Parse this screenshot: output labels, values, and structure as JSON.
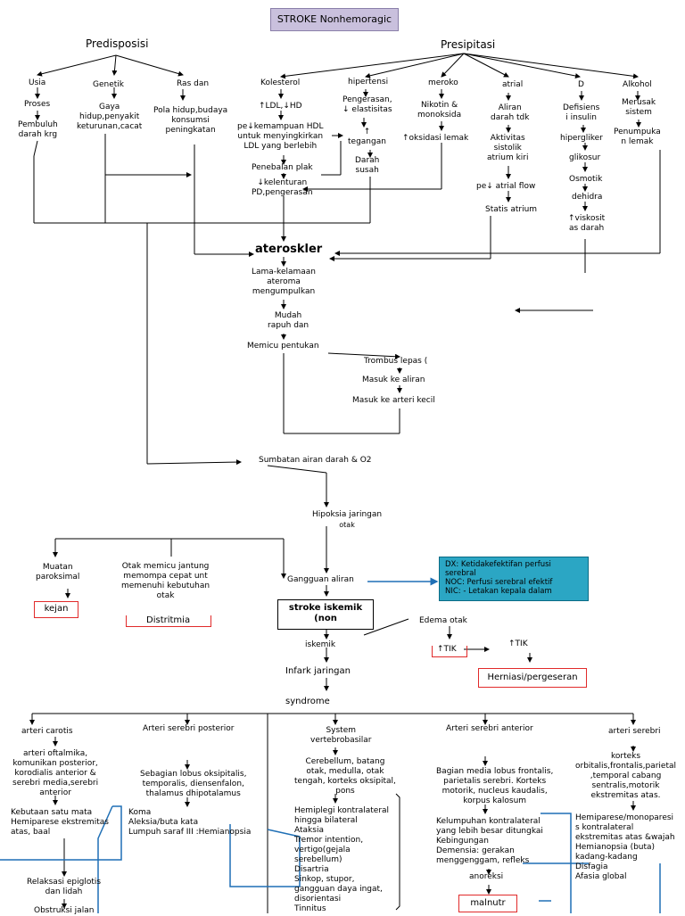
{
  "title": "STROKE Nonhemoragic",
  "predisposisi": {
    "label": "Predisposisi",
    "usia": "Usia",
    "proses": "Proses",
    "pembuluh": [
      "Pembuluh",
      "darah krg"
    ],
    "genetik": "Genetik",
    "gaya": [
      "Gaya",
      "hidup,penyakit",
      "keturunan,cacat"
    ],
    "ras": "Ras dan",
    "pola": [
      "Pola hidup,budaya",
      "konsumsi",
      "peningkatan"
    ]
  },
  "presipitasi": {
    "label": "Presipitasi",
    "kolesterol": "Kolesterol",
    "ldl": "↑LDL,↓HD",
    "kemampuan": [
      "pe↓kemampuan HDL",
      "untuk menyingkirkan",
      "LDL yang berlebih"
    ],
    "penebalan": "Penebalan plak",
    "kelenturan": [
      "↓kelenturan",
      "PD,pengerasan"
    ],
    "hipertensi": "hipertensi",
    "pengerasan": [
      "Pengerasan,",
      "↓ elastisitas"
    ],
    "tegangan": [
      "↑",
      "tegangan"
    ],
    "darah_susah": [
      "Darah",
      "susah"
    ],
    "merokok": "meroko",
    "nikotin": [
      "Nikotin &",
      "monoksida"
    ],
    "oksidasi": "↑oksidasi lemak",
    "atrial": "atrial",
    "aliran_darah": [
      "Aliran",
      "darah tdk"
    ],
    "aktivitas": [
      "Aktivitas",
      "sistolik",
      "atrium kiri"
    ],
    "atrial_flow": "pe↓ atrial flow",
    "statis": "Statis atrium",
    "dm": "D",
    "defisiensi": [
      "Defisiens",
      "i insulin"
    ],
    "hiperglikemi": "hipergliker",
    "glikosuria": "glikosur",
    "osmotik": "Osmotik",
    "dehidrasi": "dehidra",
    "viskositas": [
      "↑viskosit",
      "as darah"
    ],
    "alkohol": "Alkohol",
    "merusak": [
      "Merusak",
      "sistem"
    ],
    "penumpukan": [
      "Penumpuka",
      "n lemak"
    ]
  },
  "center": {
    "aterosklerosis": "ateroskler",
    "lama": [
      "Lama-kelamaan",
      "ateroma",
      "mengumpulkan"
    ],
    "mudah": [
      "Mudah",
      "rapuh dan"
    ],
    "memicu": "Memicu pentukan",
    "trombus": "Trombus lepas (",
    "masuk_aliran": "Masuk ke aliran",
    "masuk_arteri": "Masuk ke arteri kecil",
    "sumbatan": "Sumbatan airan darah & O2",
    "hipoksia": [
      "Hipoksia jaringan",
      "otak"
    ],
    "muatan": [
      "Muatan",
      "paroksimal"
    ],
    "kejang": "kejan",
    "otak_memicu": [
      "Otak memicu jantung",
      "memompa cepat unt",
      "memenuhi kebutuhan",
      "otak"
    ],
    "distritmia": "Distritmia",
    "gangguan": "Gangguan aliran",
    "stroke": [
      "stroke iskemik",
      "(non"
    ],
    "iskemik": "iskemik",
    "infark": "Infark jaringan",
    "syndrome": "syndrome",
    "edema": "Edema otak",
    "tik1": "↑TIK",
    "tik2": "↑TIK",
    "herniasi": "Herniasi/pergeseran"
  },
  "dx": {
    "line1": "DX: Ketidakefektifan perfusi",
    "line2": "serebral",
    "line3": "NOC:  Perfusi serebral efektif",
    "line4": "NIC: - Letakan kepala dalam"
  },
  "bottom": {
    "carotis": "arteri carotis",
    "carotis_desc": [
      "arteri oftalmika,",
      "komunikan posterior,",
      "korodialis anterior &",
      "serebri media,serebri",
      "anterior"
    ],
    "carotis_sympt": [
      "Kebutaan satu mata",
      "Hemiparese ekstremitas",
      "atas, baal"
    ],
    "relaksasi": [
      "Relaksasi epiglotis",
      "dan lidah"
    ],
    "obstruksi": "Obstruksi jalan",
    "posterior": "Arteri serebri posterior",
    "posterior_desc": [
      "Sebagian lobus oksipitalis,",
      "temporalis, diensenfalon,",
      "thalamus dhipotalamus"
    ],
    "posterior_sympt": [
      "Koma",
      "Aleksia/buta kata",
      "Lumpuh saraf III :Hemianopsia"
    ],
    "vertebro": [
      "System",
      "vertebrobasilar"
    ],
    "vertebro_desc": [
      "Cerebellum, batang",
      "otak, medulla, otak",
      "tengah, korteks oksipital,",
      "pons"
    ],
    "vertebro_sympt": [
      "Hemiplegi kontralateral",
      "hingga bilateral",
      "Ataksia",
      "Tremor intention,",
      "vertigo(gejala",
      "serebellum)",
      "Disartria",
      "Sinkop, stupor,",
      "gangguan daya ingat,",
      "disorientasi",
      "Tinnitus"
    ],
    "anterior": "Arteri serebri anterior",
    "anterior_desc": [
      "Bagian media lobus frontalis,",
      "parietalis serebri. Korteks",
      "motorik, nucleus kaudalis,",
      "korpus kalosum"
    ],
    "anterior_sympt": [
      "Kelumpuhan kontralateral",
      "yang lebih besar ditungkai",
      "Kebingungan",
      "Demensia: gerakan",
      "menggenggam, refleks"
    ],
    "anoreksia": "anoreksi",
    "malnutrisi": "malnutr",
    "serebri": "arteri serebri",
    "serebri_desc": [
      "korteks",
      "orbitalis,frontalis,parietal",
      ",temporal cabang",
      "sentralis,motorik",
      "ekstremitas atas."
    ],
    "serebri_sympt": [
      "Hemiparese/monoparesi",
      "s kontralateral",
      "ekstremitas atas &wajah",
      "Hemianopsia (buta)",
      "kadang-kadang",
      "Disfagia",
      "Afasia global"
    ]
  }
}
